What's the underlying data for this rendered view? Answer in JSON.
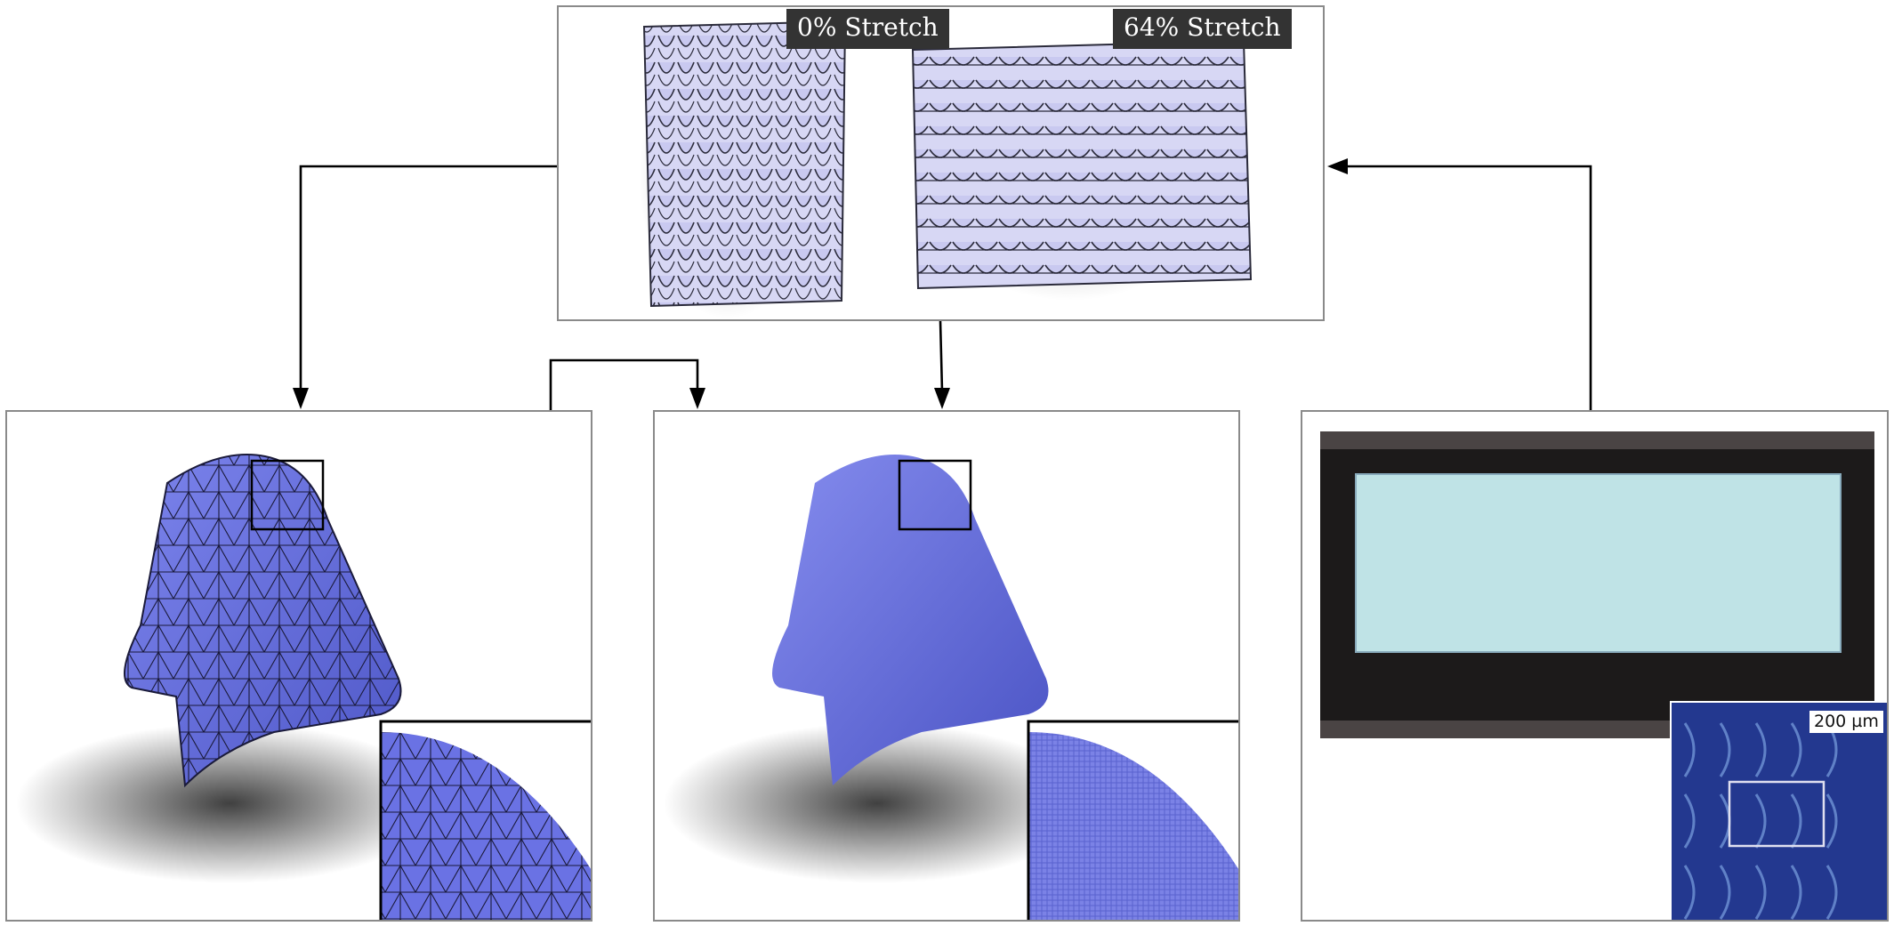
{
  "labels": {
    "stretch_rest": "0% Stretch",
    "stretch_stretched": "64% Stretch",
    "scale_bar": "200 µm"
  },
  "colors": {
    "yarn": "#c9c9f0",
    "cloth": "#6f78e0",
    "mesh_lines": "#1a1a3a",
    "panel_border": "#8a8a8a",
    "arrow": "#000000",
    "label_bg": "#333333",
    "fabric_sample": "#bfe3e6",
    "micro_bg": "#23388f"
  },
  "icons": {
    "top_panel": "knit-yarn-rendering",
    "left_panel": "draped-cloth-mesh-icon",
    "middle_panel": "draped-cloth-render-icon",
    "right_panel": "fabric-sample-photo-icon",
    "micrograph": "knit-micrograph-icon"
  }
}
